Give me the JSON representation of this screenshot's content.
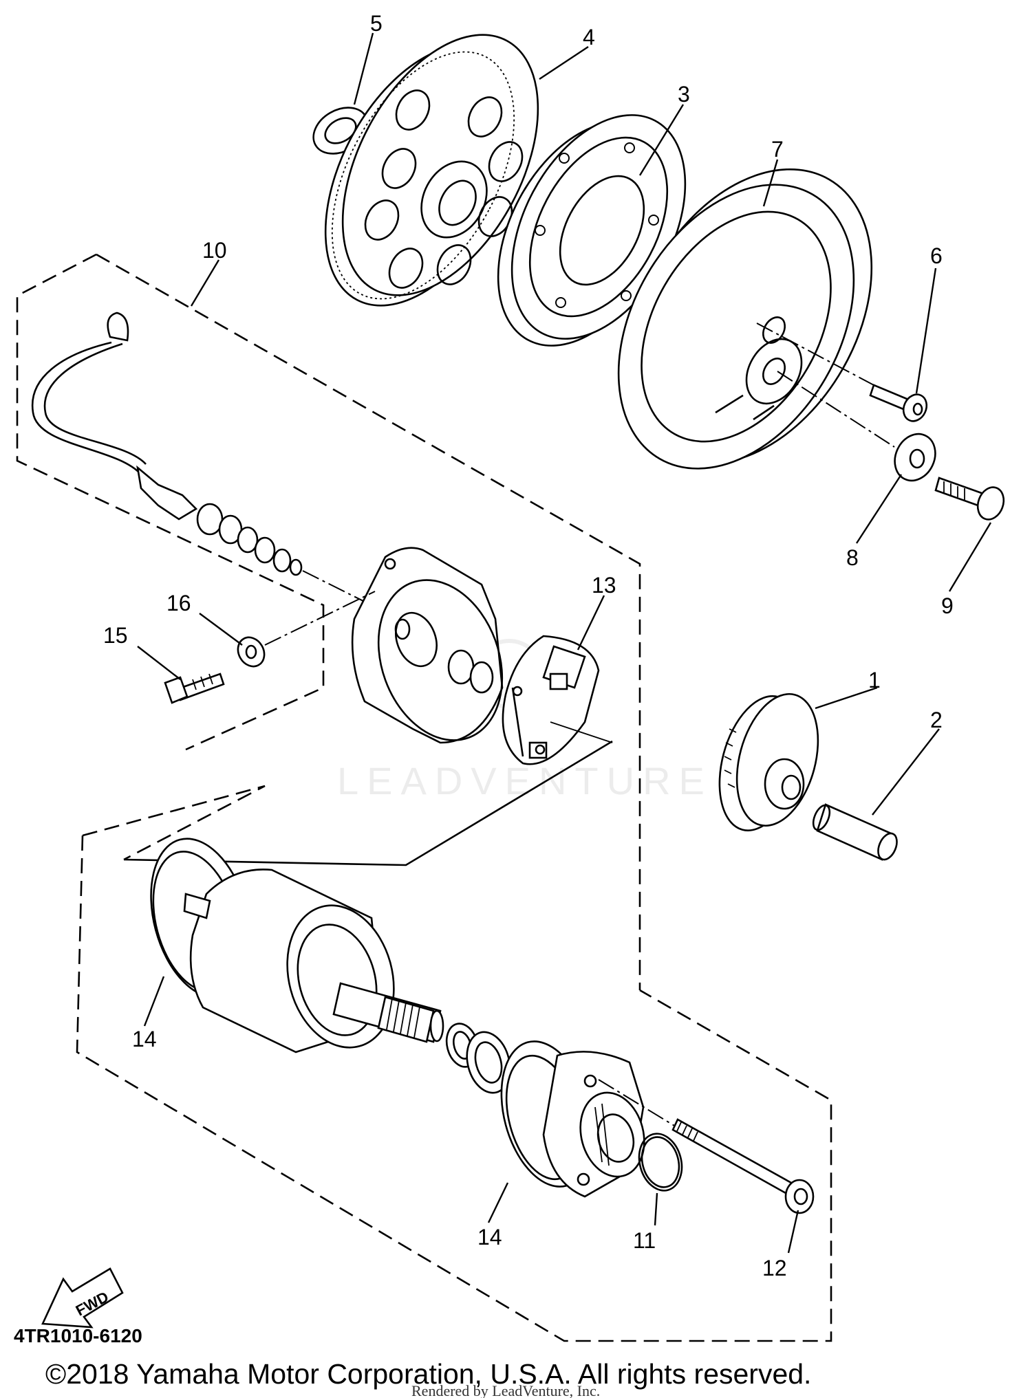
{
  "watermark": "LEADVENTURE",
  "diagram_code": "4TR1010-6120",
  "fwd_label": "FWD",
  "copyright": "©2018 Yamaha Motor Corporation, U.S.A. All rights reserved.",
  "rendered_by": "Rendered by LeadVenture, Inc.",
  "callouts": {
    "c1": "1",
    "c2": "2",
    "c3": "3",
    "c4": "4",
    "c5": "5",
    "c6": "6",
    "c7": "7",
    "c8": "8",
    "c9": "9",
    "c10": "10",
    "c11": "11",
    "c12": "12",
    "c13": "13",
    "c14a": "14",
    "c14b": "14",
    "c15": "15",
    "c16": "16"
  }
}
